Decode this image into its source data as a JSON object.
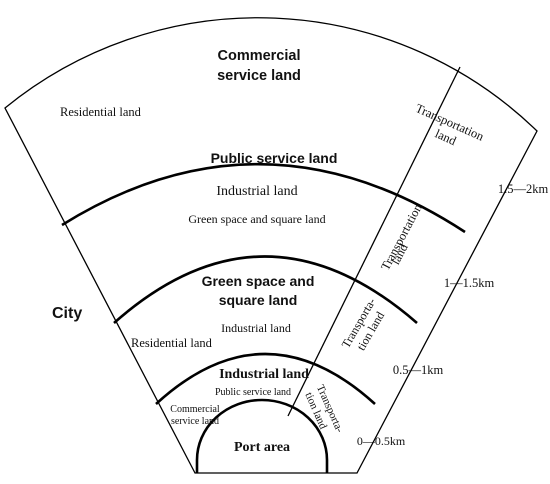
{
  "zones": {
    "outer": {
      "title_line1": "Commercial",
      "title_line2": "service land",
      "residential": "Residential land",
      "transport_line1": "Transportation",
      "transport_line2": "land",
      "distance": "1.5—2km"
    },
    "upper_middle": {
      "title": "Public service land",
      "industrial": "Industrial land",
      "green": "Green space and square land",
      "transport_line1": "Transportation",
      "transport_line2": "land",
      "distance": "1—1.5km"
    },
    "lower_middle": {
      "title_line1": "Green space and",
      "title_line2": "square land",
      "industrial": "Industrial land",
      "residential": "Residential land",
      "transport_line1": "Transporta-",
      "transport_line2": "tion land",
      "distance": "0.5—1km"
    },
    "inner": {
      "title": "Industrial land",
      "public": "Public service land",
      "commercial_line1": "Commercial",
      "commercial_line2": "service land",
      "transport_line1": "Transporta-",
      "transport_line2": "tion land",
      "distance": "0—0.5km"
    },
    "core": {
      "title": "Port area"
    }
  },
  "side_label": "City"
}
